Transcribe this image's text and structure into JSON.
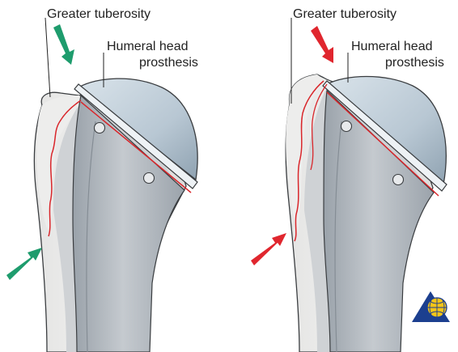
{
  "left_panel": {
    "label_tuberosity": "Greater tuberosity",
    "label_prosthesis_line1": "Humeral head",
    "label_prosthesis_line2": "prosthesis",
    "arrow_color": "#1e9c6d"
  },
  "right_panel": {
    "label_tuberosity": "Greater tuberosity",
    "label_prosthesis_line1": "Humeral head",
    "label_prosthesis_line2": "prosthesis",
    "arrow_color": "#e0262e"
  },
  "colors": {
    "bone_outer": "#ecebea",
    "bone_inner": "#c9cccf",
    "stem": "#a9b0b7",
    "prosthesis_head": "#b8c7d3",
    "fracture_line": "#d9262b",
    "outline": "#3a3d40"
  },
  "logo": {
    "icon": "ao-globe-logo"
  }
}
